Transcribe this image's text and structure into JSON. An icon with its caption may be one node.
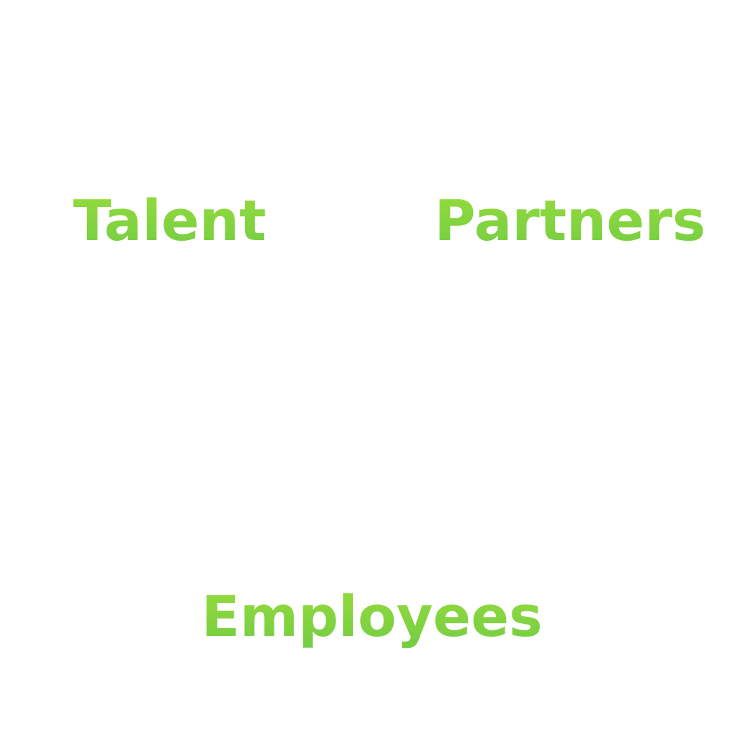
{
  "diagram": {
    "labels": [
      "Talent",
      "Partners",
      "Employees"
    ]
  }
}
